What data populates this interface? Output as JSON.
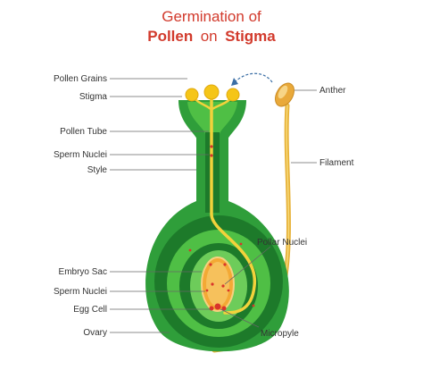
{
  "title": {
    "line1": "Germination of",
    "line2_part1": "Pollen",
    "line2_part2": "on",
    "line2_part3": "Stigma"
  },
  "labels": {
    "pollen_grains": "Pollen Grains",
    "stigma": "Stigma",
    "pollen_tube": "Pollen Tube",
    "sperm_nuclei_top": "Sperm Nuclei",
    "style": "Style",
    "embryo_sac": "Embryo Sac",
    "sperm_nuclei_bottom": "Sperm Nuclei",
    "egg_cell": "Egg Cell",
    "ovary": "Ovary",
    "anther": "Anther",
    "filament": "Filament",
    "pollar_nuclei": "Pollar Nuclei",
    "micropyle": "Micropyle"
  },
  "colors": {
    "title": "#d23a2c",
    "outer_green": "#2f9e3a",
    "inner_green": "#1d7a2a",
    "light_green": "#4fbf45",
    "pollen_yellow": "#f5c518",
    "tube_yellow": "#f2d23b",
    "embryo_orange": "#f3a935",
    "nuclei_red": "#d9342b",
    "filament_gold": "#e7b23a"
  }
}
